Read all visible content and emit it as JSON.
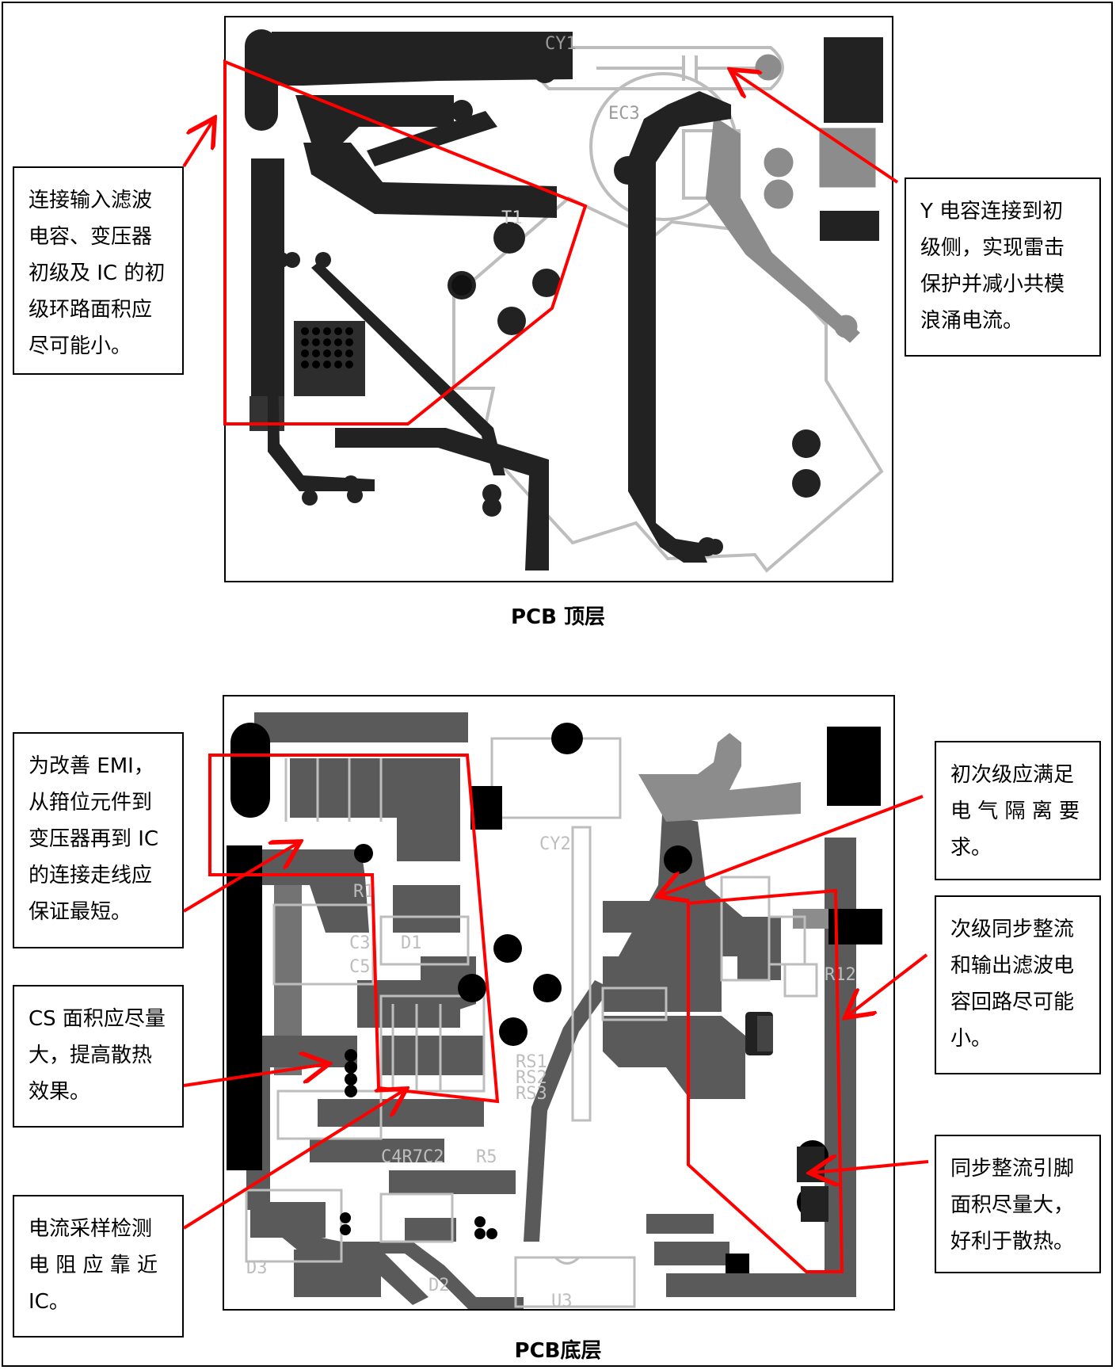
{
  "top_board": {
    "caption": "PCB 顶层",
    "silk_labels": {
      "cy1": "CY1",
      "ec3": "EC3",
      "t1": "T1"
    }
  },
  "bottom_board": {
    "caption": "PCB底层",
    "silk_labels": {
      "cy2": "CY2",
      "d1": "D1",
      "c3": "C3",
      "c5": "C5",
      "r1": "R1",
      "rs1": "RS1",
      "rs2": "RS2",
      "rs3": "RS3",
      "r5": "R5",
      "c4r7c2": "C4R7C2",
      "d2": "D2",
      "d3": "D3",
      "u3": "U3",
      "r12": "R12"
    }
  },
  "annotations": {
    "input_loop": "连接输入滤波\n电容、变压器\n初级及 IC 的初\n级环路面积应\n尽可能小。",
    "y_cap": "Y 电容连接到初\n级侧，实现雷击\n保护并减小共模\n浪涌电流。",
    "emi": "为改善 EMI，\n从箝位元件到\n变压器再到 IC\n的连接走线应\n保证最短。",
    "cs_area": "CS 面积应尽量\n大，提高散热\n效果。",
    "sense_resistor": "电流采样检测\n电 阻 应 靠 近\nIC。",
    "isolation": "初次级应满足\n电 气 隔 离 要\n求。",
    "secondary_loop": "次级同步整流\n和输出滤波电\n容回路尽可能\n小。",
    "sync_pins": "同步整流引脚\n面积尽量大，\n好利于散热。"
  },
  "colors": {
    "annotation_red": "#ff0000",
    "top_copper": "#222222",
    "bottom_copper": "#5a5a5a",
    "light_copper": "#8c8c8c",
    "silkscreen": "#bdbdbd"
  }
}
